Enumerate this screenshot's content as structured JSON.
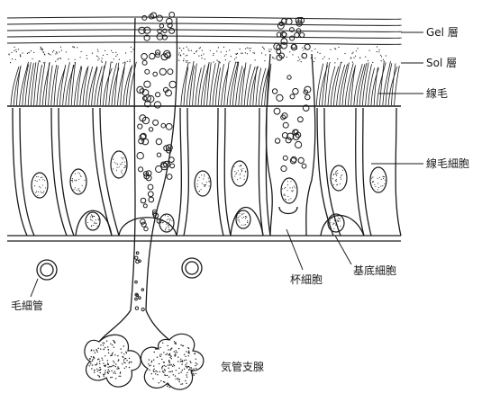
{
  "labels": {
    "gel_layer": "Gel 層",
    "sol_layer": "Sol 層",
    "cilia": "線毛",
    "ciliated_cell": "線毛細胞",
    "goblet_cell": "杯細胞",
    "basal_cell": "基底細胞",
    "capillary": "毛細管",
    "bronchial_gland": "気管支腺"
  },
  "colors": {
    "ink": "#1a1a1a",
    "background": "#ffffff"
  }
}
